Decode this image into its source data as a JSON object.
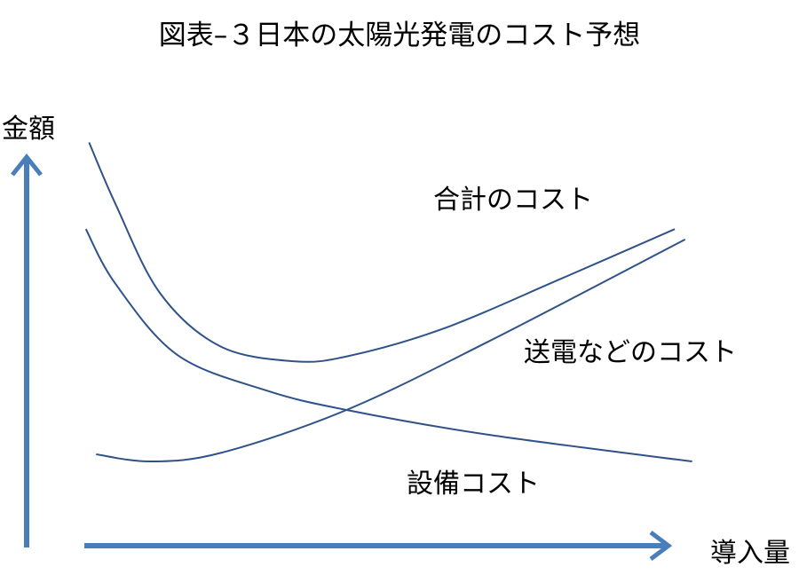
{
  "chart_data": {
    "type": "line",
    "title": "図表–３日本の太陽光発電のコスト予想",
    "xlabel": "導入量",
    "ylabel": "金額",
    "xlim": [
      0,
      10
    ],
    "ylim": [
      0,
      10
    ],
    "grid": false,
    "line_color": "#2f5289",
    "axis_color": "#4a7ebb",
    "series": [
      {
        "name": "合計のコスト",
        "x": [
          0.97,
          1.38,
          2.07,
          3.0,
          4.14,
          5.0,
          6.48,
          8.28,
          10.07
        ],
        "y": [
          10.1,
          8.56,
          6.33,
          5.0,
          4.62,
          4.75,
          5.44,
          6.67,
          7.93
        ]
      },
      {
        "name": "送電などのコスト",
        "x": [
          1.08,
          1.93,
          3.03,
          4.97,
          7.17,
          10.23
        ],
        "y": [
          2.29,
          2.11,
          2.33,
          3.4,
          5.11,
          7.67
        ]
      },
      {
        "name": "設備コスト",
        "x": [
          0.92,
          1.38,
          2.34,
          3.72,
          4.97,
          7.17,
          10.34
        ],
        "y": [
          7.93,
          6.56,
          4.78,
          3.89,
          3.4,
          2.78,
          2.11
        ]
      }
    ]
  }
}
